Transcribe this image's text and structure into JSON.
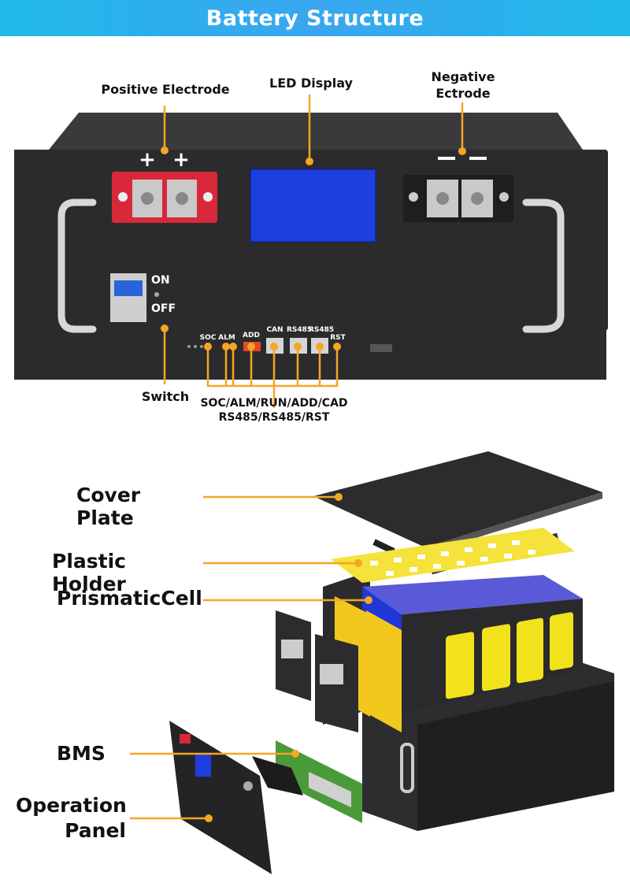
{
  "title": "Battery Structure",
  "colors": {
    "banner": "#1fb9e8",
    "callout": "#f5a623",
    "chassis": "#2b2b2d",
    "lcd": "#1d3fe0",
    "positive_terminal": "#d8283a",
    "cell": "#2036d6",
    "cell_pad": "#f2e21c",
    "holder": "#f5e23a"
  },
  "front_panel": {
    "positive_electrode": "Positive Electrode",
    "led_display": "LED Display",
    "negative_electrode_line1": "Negative",
    "negative_electrode_line2": "Ectrode",
    "plus_sign_1": "+",
    "plus_sign_2": "+",
    "switch_on": "ON",
    "switch_off": "OFF",
    "switch_label": "Switch",
    "port_soc": "SOC",
    "port_alm": "ALM",
    "port_add": "ADD",
    "port_can": "CAN",
    "port_rs485_1": "RS485",
    "port_rs485_2": "RS485",
    "port_rst": "RST",
    "ports_caption_line1": "SOC/ALM/RUN/ADD/CAD",
    "ports_caption_line2": "RS485/RS485/RST"
  },
  "exploded_view": {
    "cover_plate": "Cover Plate",
    "plastic_holder": "Plastic Holder",
    "prismatic_cell": "PrismaticCell",
    "bms": "BMS",
    "operation_panel_line1": "Operation",
    "operation_panel_line2": "Panel"
  }
}
